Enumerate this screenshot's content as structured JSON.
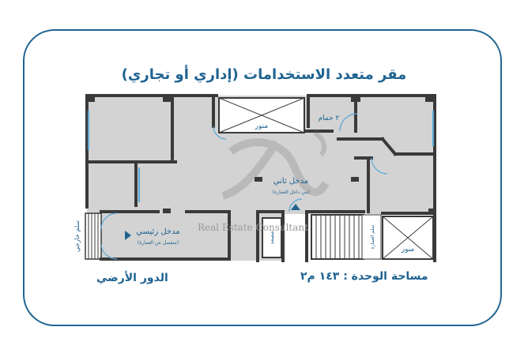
{
  "title": "مقر متعدد الاستخدامات (إداري أو تجاري)",
  "floor_label": "الدور الأرضي",
  "area_label": "مساحة الوحدة : ١٤٣ م٢",
  "rooms": {
    "light_well_top": "منور",
    "light_well_right": "منور",
    "bathroom": "٢ حمام",
    "second_entrance": "مدخل ثاني",
    "second_entrance_note": "(من داخل العمارة)",
    "main_entrance": "مدخل رئيسي",
    "main_entrance_note": "(منفصل عن العمارة)",
    "external_stair": "سلم خارجي",
    "elevator": "مصعد",
    "building_stair": "سلم العمارة"
  },
  "watermark": "Real Estate Consultant",
  "colors": {
    "accent": "#1f6391",
    "floor": "#d3d3d3",
    "wall": "#3a3a3a",
    "window": "#5aa9d6"
  }
}
